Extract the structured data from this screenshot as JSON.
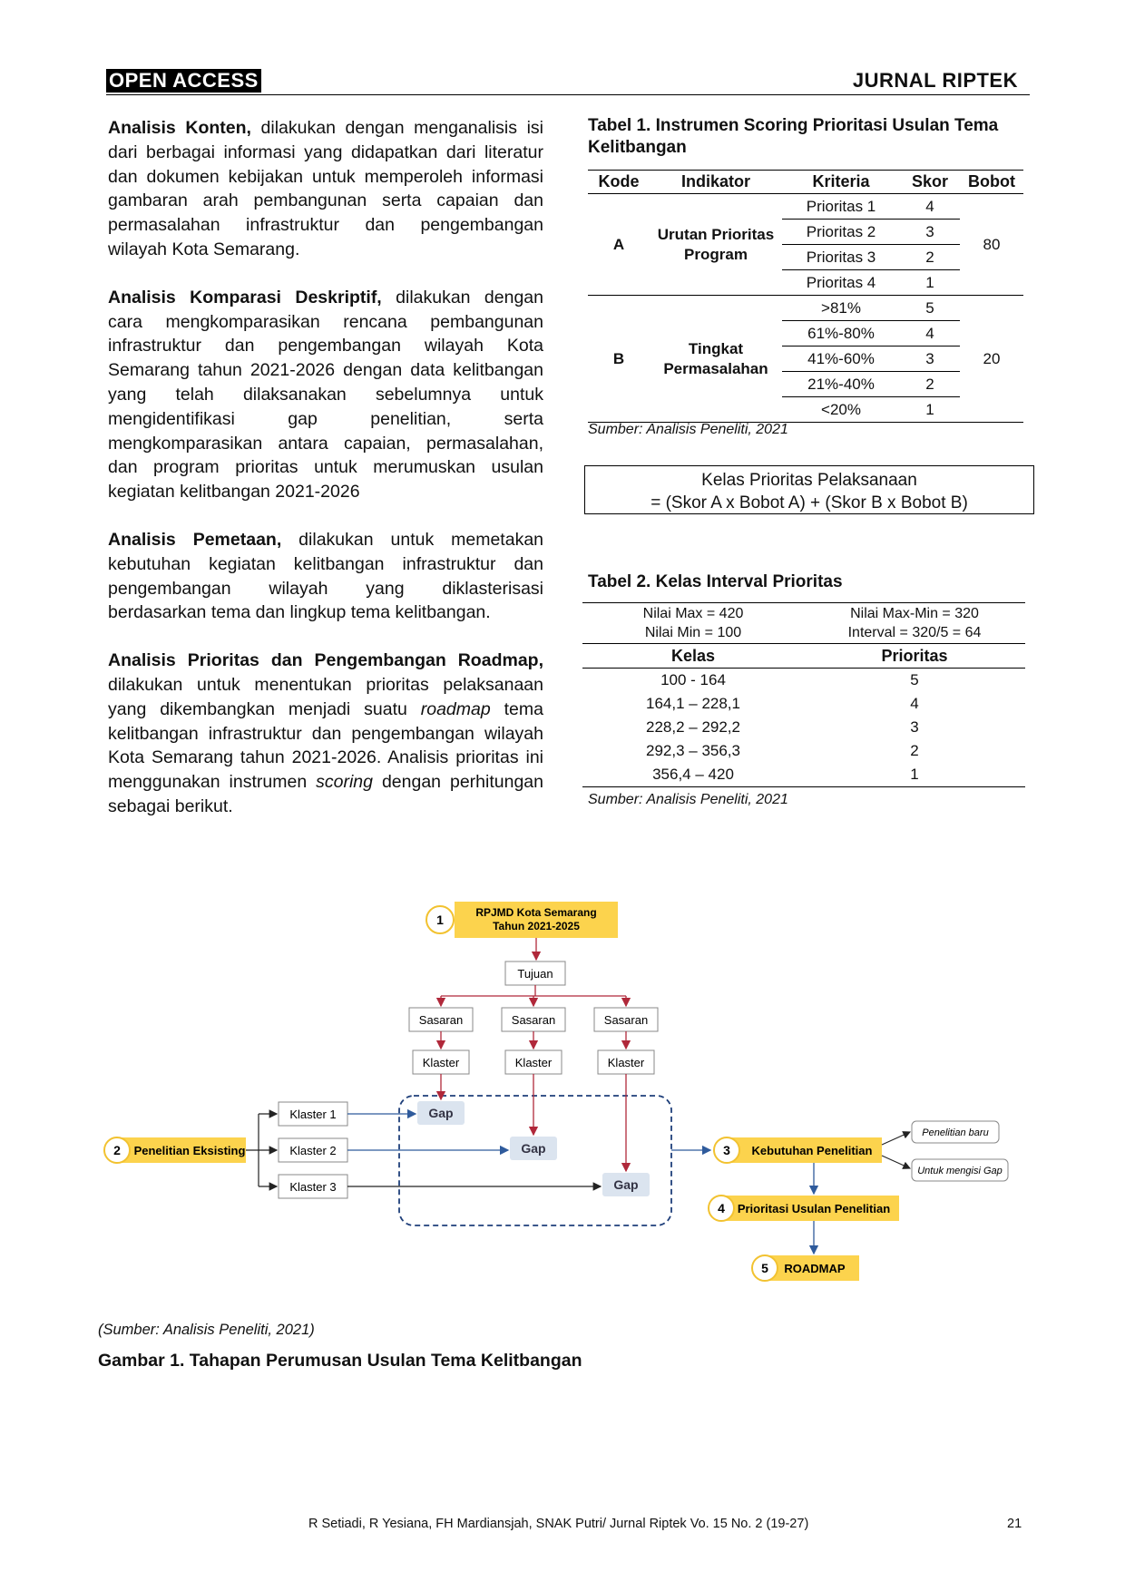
{
  "header": {
    "open_access": "OPEN ACCESS",
    "journal": "JURNAL RIPTEK"
  },
  "left_column": [
    {
      "lead": "Analisis Konten,",
      "text": " dilakukan dengan menganalisis isi dari berbagai informasi yang didapatkan dari literatur dan dokumen kebijakan untuk memperoleh informasi gambaran arah pembangunan serta capaian dan permasalahan infrastruktur dan pengembangan wilayah Kota Semarang."
    },
    {
      "lead": "Analisis Komparasi Deskriptif,",
      "text": " dilakukan dengan cara mengkomparasikan rencana pembangunan infrastruktur dan pengembangan wilayah Kota Semarang tahun 2021-2026 dengan data kelitbangan yang telah dilaksanakan sebelumnya untuk mengidentifikasi gap penelitian, serta mengkomparasikan antara capaian, permasalahan, dan program prioritas untuk merumuskan usulan kegiatan kelitbangan 2021-2026"
    },
    {
      "lead": "Analisis Pemetaan,",
      "text": " dilakukan untuk memetakan kebutuhan kegiatan kelitbangan infrastruktur dan pengembangan wilayah yang diklasterisasi berdasarkan tema dan lingkup tema kelitbangan."
    },
    {
      "lead": "Analisis Prioritas dan Pengembangan Roadmap,",
      "text_a": " dilakukan untuk menentukan prioritas pelaksanaan yang dikembangkan menjadi suatu ",
      "em_a": "roadmap",
      "text_b": " tema kelitbangan infrastruktur dan pengembangan wilayah Kota Semarang tahun 2021-2026. Analisis prioritas ini menggunakan instrumen ",
      "em_b": "scoring",
      "text_c": " dengan perhitungan sebagai berikut."
    }
  ],
  "table1": {
    "caption": "Tabel 1. Instrumen Scoring Prioritasi Usulan Tema Kelitbangan",
    "headers": [
      "Kode",
      "Indikator",
      "Kriteria",
      "Skor",
      "Bobot"
    ],
    "groups": [
      {
        "kode": "A",
        "indikator": "Urutan Prioritas Program",
        "bobot": "80",
        "rows": [
          [
            "Prioritas 1",
            "4"
          ],
          [
            "Prioritas 2",
            "3"
          ],
          [
            "Prioritas 3",
            "2"
          ],
          [
            "Prioritas 4",
            "1"
          ]
        ]
      },
      {
        "kode": "B",
        "indikator": "Tingkat Permasalahan",
        "bobot": "20",
        "rows": [
          [
            ">81%",
            "5"
          ],
          [
            "61%-80%",
            "4"
          ],
          [
            "41%-60%",
            "3"
          ],
          [
            "21%-40%",
            "2"
          ],
          [
            "<20%",
            "1"
          ]
        ]
      }
    ],
    "source": "Sumber: Analisis Peneliti, 2021"
  },
  "formula": {
    "line1": "Kelas Prioritas Pelaksanaan",
    "line2": "= (Skor A x Bobot A) + (Skor B x Bobot B)"
  },
  "table2": {
    "caption": "Tabel 2. Kelas Interval Prioritas",
    "info_left": [
      "Nilai Max = 420",
      "Nilai Min = 100"
    ],
    "info_right": [
      "Nilai Max-Min = 320",
      "Interval = 320/5 = 64"
    ],
    "headers": [
      "Kelas",
      "Prioritas"
    ],
    "rows": [
      [
        "100 - 164",
        "5"
      ],
      [
        "164,1 – 228,1",
        "4"
      ],
      [
        "228,2 – 292,2",
        "3"
      ],
      [
        "292,3 – 356,3",
        "2"
      ],
      [
        "356,4 – 420",
        "1"
      ]
    ],
    "source": "Sumber: Analisis Peneliti, 2021"
  },
  "diagram": {
    "step1": {
      "num": "1",
      "label1": "RPJMD Kota Semarang",
      "label2": "Tahun 2021-2025"
    },
    "tujuan": "Tujuan",
    "sasaran": [
      "Sasaran",
      "Sasaran",
      "Sasaran"
    ],
    "klaster_top": [
      "Klaster",
      "Klaster",
      "Klaster"
    ],
    "klaster_left": [
      "Klaster 1",
      "Klaster 2",
      "Klaster 3"
    ],
    "gap": [
      "Gap",
      "Gap",
      "Gap"
    ],
    "step2": {
      "num": "2",
      "label": "Penelitian Eksisting"
    },
    "step3": {
      "num": "3",
      "label": "Kebutuhan Penelitian"
    },
    "step4": {
      "num": "4",
      "label": "Prioritasi Usulan Penelitian"
    },
    "step5": {
      "num": "5",
      "label": "ROADMAP"
    },
    "out1": "Penelitian baru",
    "out2": "Untuk mengisi Gap"
  },
  "figure": {
    "source": "(Sumber: Analisis Peneliti, 2021)",
    "caption": "Gambar 1. Tahapan Perumusan Usulan Tema Kelitbangan"
  },
  "footer": {
    "citation": "R Setiadi, R Yesiana, FH Mardiansjah, SNAK Putri/ Jurnal Riptek Vo. 15 No. 2 (19-27)",
    "page": "21"
  },
  "colors": {
    "yellow": "#fcd34d",
    "gap_fill": "#dbe4ef",
    "arrow_red": "#b0283a",
    "arrow_blue": "#2f5b9c",
    "dash_blue": "#1f3f7a"
  }
}
